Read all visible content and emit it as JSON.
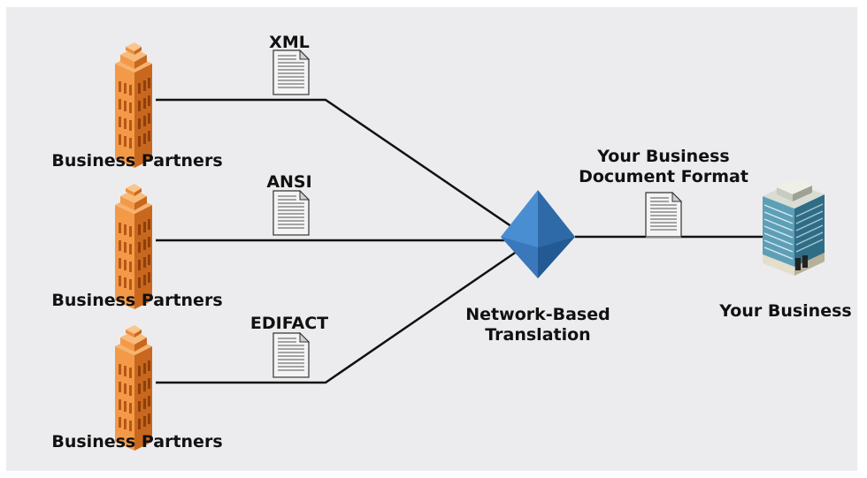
{
  "diagram": {
    "partners": [
      {
        "label": "Business Partners",
        "format": "XML"
      },
      {
        "label": "Business Partners",
        "format": "ANSI"
      },
      {
        "label": "Business Partners",
        "format": "EDIFACT"
      }
    ],
    "translation": {
      "line1": "Network-Based",
      "line2": "Translation"
    },
    "output_format": {
      "line1": "Your Business",
      "line2": "Document Format"
    },
    "your_business": {
      "label": "Your Business"
    },
    "colors": {
      "background": "#ececee",
      "partner_building": "#f0913e",
      "hq_building": "#4a8aa6",
      "translation_diamond": "#3f7fc4",
      "lines": "#111111"
    }
  }
}
